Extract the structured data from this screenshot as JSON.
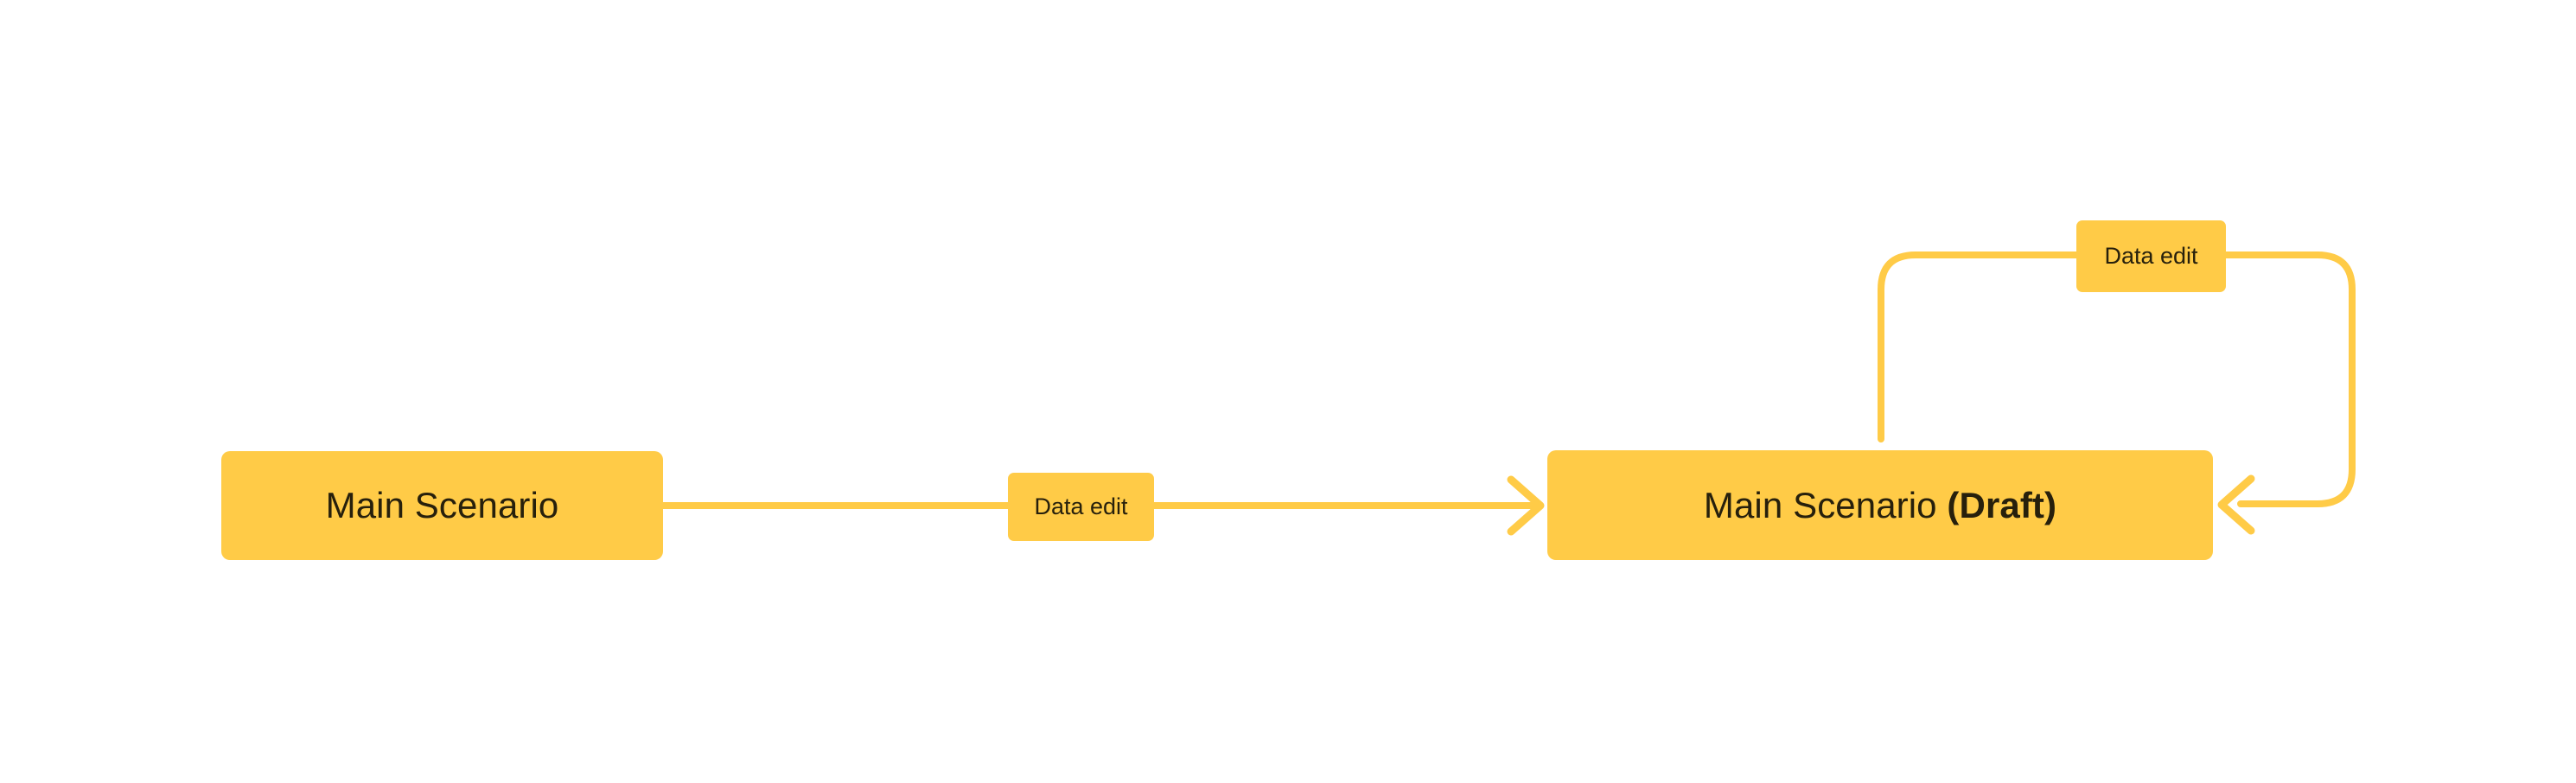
{
  "diagram": {
    "type": "flow-graph",
    "background_color": "#FFFFFF",
    "accent_color": "#FFCB47",
    "text_color": "#27200C",
    "nodes": [
      {
        "id": "main-scenario",
        "label": "Main Scenario",
        "label_plain": "Main Scenario",
        "label_bold_suffix": ""
      },
      {
        "id": "main-scenario-draft",
        "label": "Main Scenario (Draft)",
        "label_plain": "Main Scenario ",
        "label_bold_suffix": "(Draft)"
      }
    ],
    "edges": [
      {
        "id": "edge-1",
        "from": "main-scenario",
        "to": "main-scenario-draft",
        "label": "Data edit",
        "arrow": "open-chevron",
        "direction": "right"
      },
      {
        "id": "edge-2",
        "from": "main-scenario-draft",
        "to": "main-scenario-draft",
        "label": "Data edit",
        "arrow": "open-chevron",
        "direction": "left",
        "shape": "self-loop-over-top"
      }
    ]
  }
}
